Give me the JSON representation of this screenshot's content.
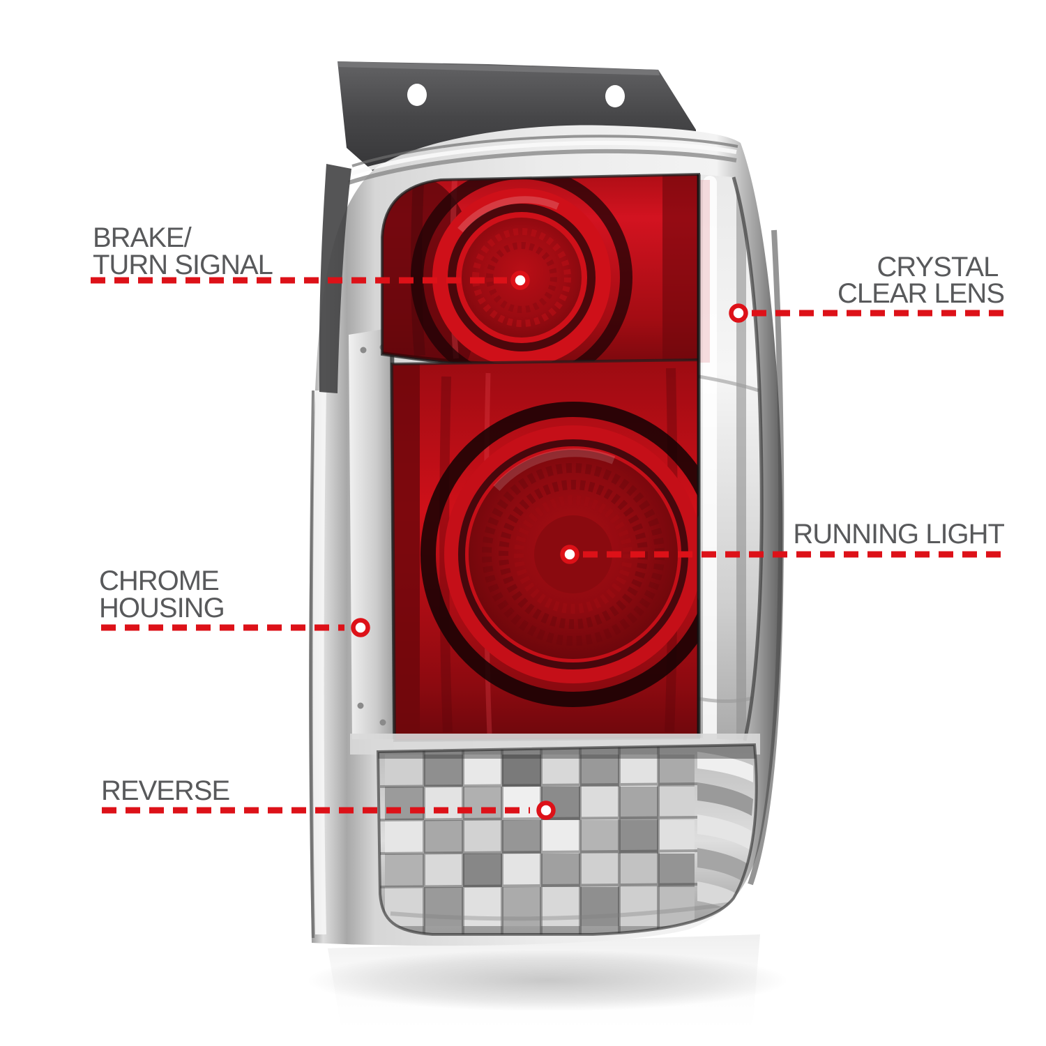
{
  "page": {
    "background_color": "#ffffff",
    "accent_color": "#dd1118",
    "label_color": "#58595b"
  },
  "illustration": {
    "name": "chrome-tail-light"
  },
  "callouts": [
    {
      "id": "brake-turn-signal",
      "lines": [
        "BRAKE/",
        "TURN SIGNAL"
      ]
    },
    {
      "id": "crystal-clear-lens",
      "lines": [
        "CRYSTAL",
        "CLEAR LENS"
      ]
    },
    {
      "id": "running-light",
      "lines": [
        "RUNNING LIGHT"
      ]
    },
    {
      "id": "chrome-housing",
      "lines": [
        "CHROME",
        "HOUSING"
      ]
    },
    {
      "id": "reverse",
      "lines": [
        "REVERSE"
      ]
    }
  ]
}
